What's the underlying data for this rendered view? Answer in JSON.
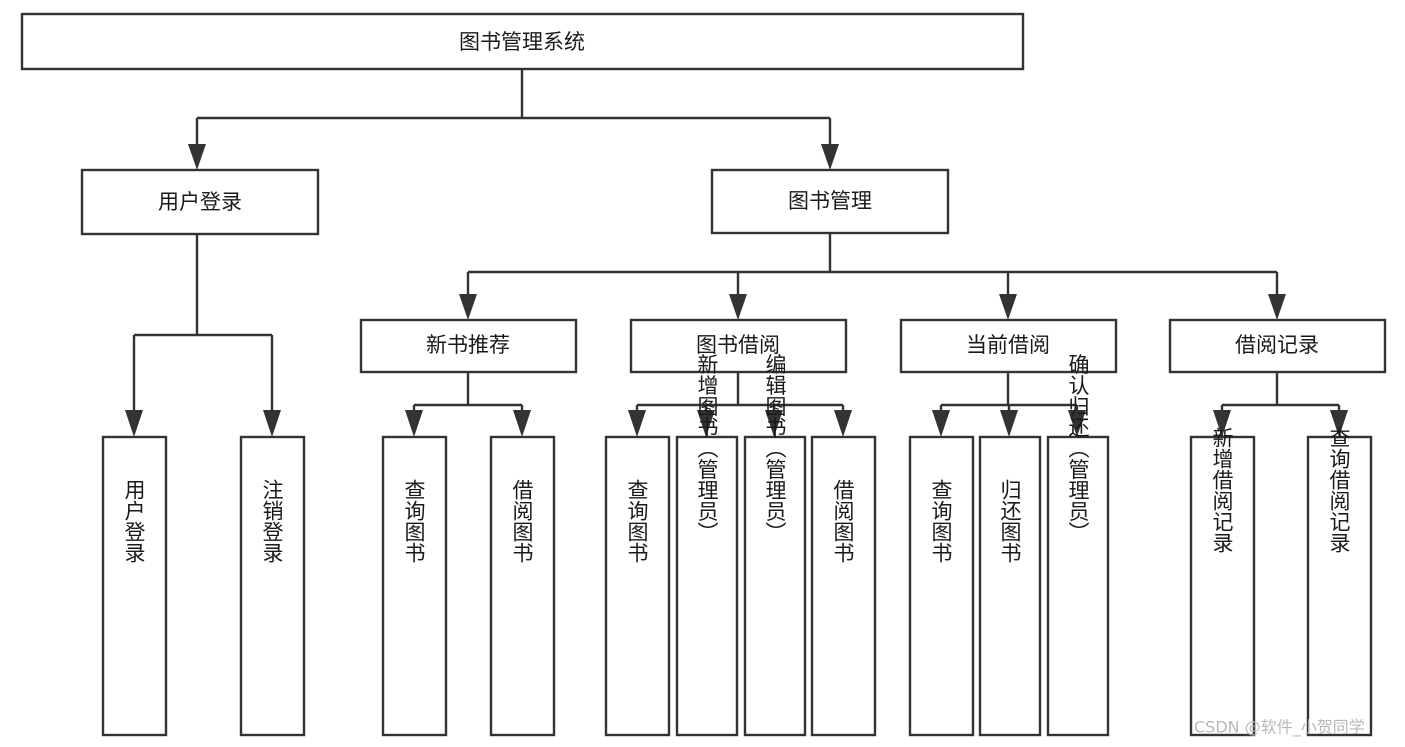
{
  "diagram": {
    "type": "hierarchy-tree",
    "title_node": {
      "label": "图书管理系统",
      "orientation": "horizontal"
    },
    "level2": [
      {
        "id": "user-login",
        "label": "用户登录",
        "orientation": "horizontal"
      },
      {
        "id": "book-management",
        "label": "图书管理",
        "orientation": "horizontal"
      }
    ],
    "level3": [
      {
        "id": "new-book-recommend",
        "label": "新书推荐",
        "orientation": "horizontal",
        "parent": "book-management"
      },
      {
        "id": "book-borrow",
        "label": "图书借阅",
        "orientation": "horizontal",
        "parent": "book-management"
      },
      {
        "id": "current-borrow",
        "label": "当前借阅",
        "orientation": "horizontal",
        "parent": "book-management"
      },
      {
        "id": "borrow-record",
        "label": "借阅记录",
        "orientation": "horizontal",
        "parent": "book-management"
      }
    ],
    "leaves": [
      {
        "id": "leaf-user-login",
        "label": "用户登录",
        "orientation": "vertical",
        "parent": "user-login"
      },
      {
        "id": "leaf-logout-login",
        "label": "注销登录",
        "orientation": "vertical",
        "parent": "user-login"
      },
      {
        "id": "leaf-query-book-1",
        "label": "查询图书",
        "orientation": "vertical",
        "parent": "new-book-recommend"
      },
      {
        "id": "leaf-borrow-book-1",
        "label": "借阅图书",
        "orientation": "vertical",
        "parent": "new-book-recommend"
      },
      {
        "id": "leaf-query-book-2",
        "label": "查询图书",
        "orientation": "vertical",
        "parent": "book-borrow"
      },
      {
        "id": "leaf-add-book",
        "label": "新增图书（管理员）",
        "orientation": "vertical",
        "parent": "book-borrow"
      },
      {
        "id": "leaf-edit-book",
        "label": "编辑图书（管理员）",
        "orientation": "vertical",
        "parent": "book-borrow"
      },
      {
        "id": "leaf-borrow-book-2",
        "label": "借阅图书",
        "orientation": "vertical",
        "parent": "book-borrow"
      },
      {
        "id": "leaf-query-book-3",
        "label": "查询图书",
        "orientation": "vertical",
        "parent": "current-borrow"
      },
      {
        "id": "leaf-return-book",
        "label": "归还图书",
        "orientation": "vertical",
        "parent": "current-borrow"
      },
      {
        "id": "leaf-confirm-return",
        "label": "确认归还（管理员）",
        "orientation": "vertical",
        "parent": "current-borrow"
      },
      {
        "id": "leaf-add-record",
        "label": "新增借阅记录",
        "orientation": "vertical",
        "parent": "borrow-record"
      },
      {
        "id": "leaf-query-record",
        "label": "查询借阅记录",
        "orientation": "vertical",
        "parent": "borrow-record"
      }
    ],
    "colors": {
      "box_fill": "#ffffff",
      "box_stroke": "#333333",
      "text": "#1a1a1a",
      "background": "#ffffff",
      "watermark": "#b8b8b8"
    }
  },
  "watermark": {
    "label": "CSDN @软件_小贺同学"
  }
}
